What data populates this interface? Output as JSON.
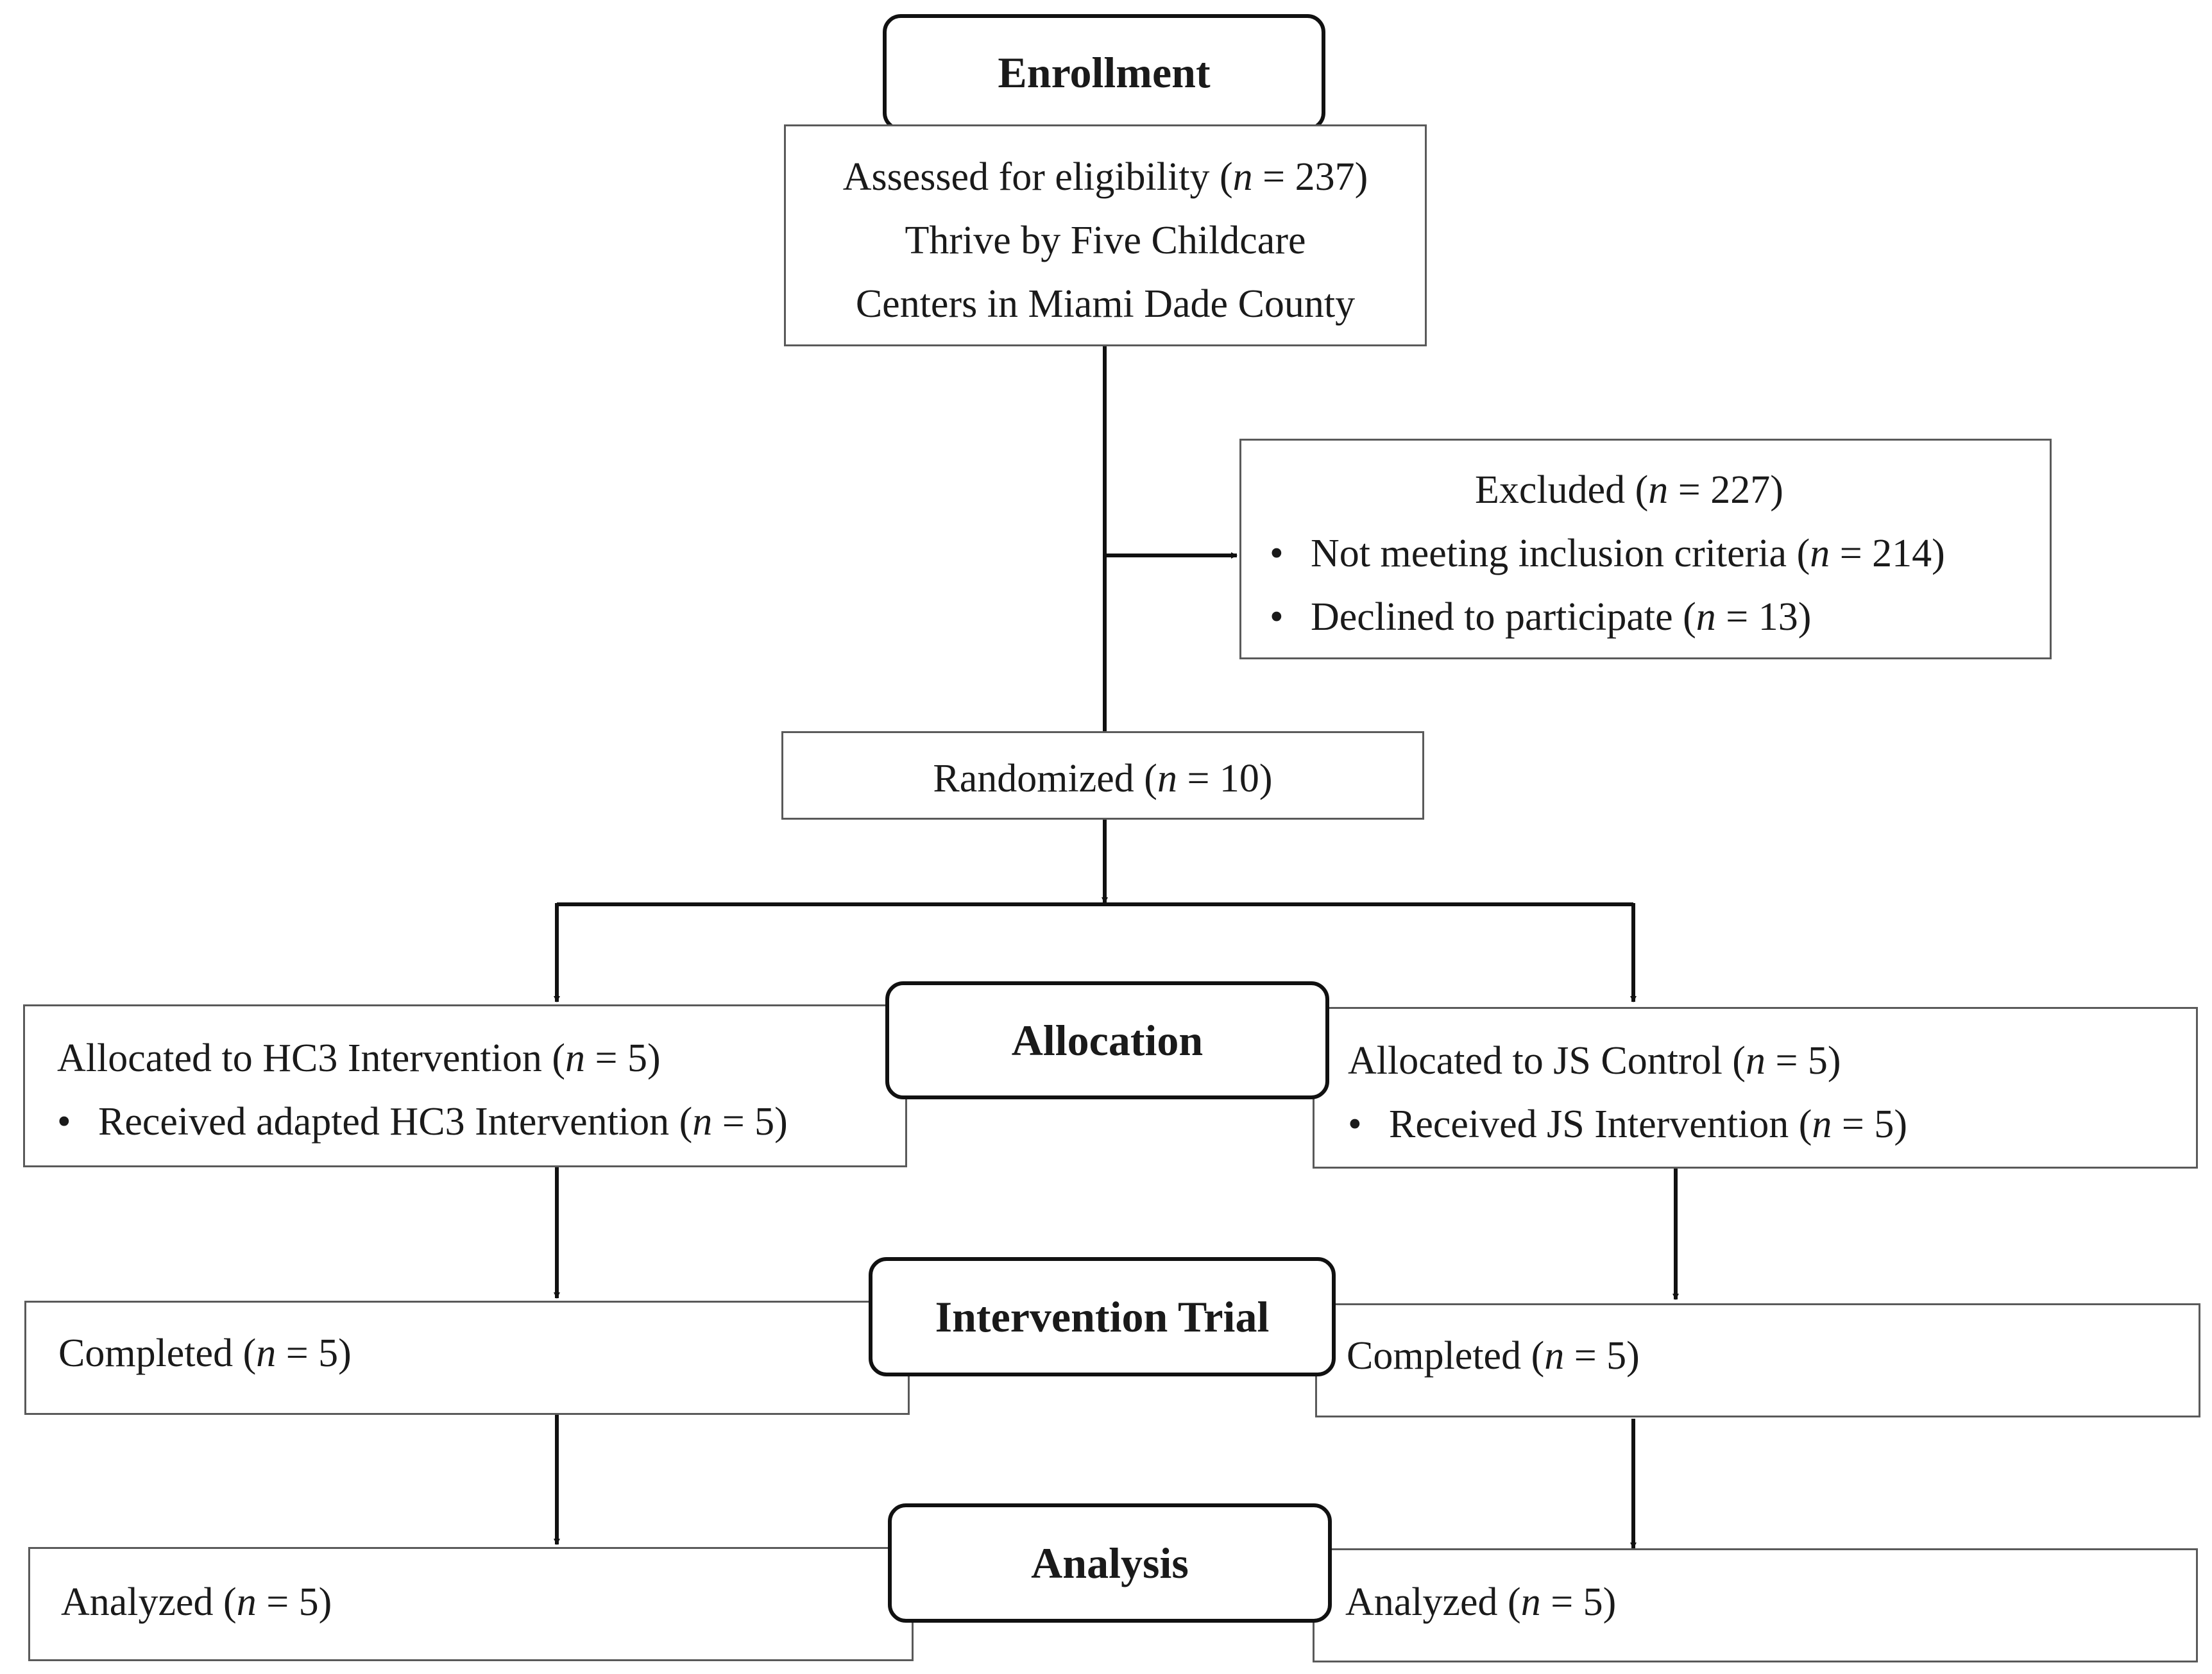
{
  "stages": {
    "enrollment": "Enrollment",
    "allocation": "Allocation",
    "intervention_trial": "Intervention Trial",
    "analysis": "Analysis"
  },
  "n_symbol": "n",
  "assessed": {
    "lead": "Assessed for eligibility (",
    "count": "= 237)",
    "line2": "Thrive by Five Childcare",
    "line3": "Centers in Miami Dade County"
  },
  "excluded": {
    "lead": "Excluded (",
    "count": "= 227)",
    "bullet": "•",
    "items": [
      {
        "lead": "Not meeting inclusion criteria (",
        "count": "= 214)"
      },
      {
        "lead": "Declined to participate (",
        "count": "= 13)"
      }
    ]
  },
  "randomized": {
    "lead": "Randomized (",
    "count": "= 10)"
  },
  "left": {
    "allocated": {
      "lead": "Allocated to HC3 Intervention (",
      "count": "= 5)"
    },
    "received": {
      "lead": "Received adapted HC3 Intervention (",
      "count": "= 5)"
    },
    "completed": {
      "lead": "Completed (",
      "count": "= 5)"
    },
    "analyzed": {
      "lead": "Analyzed (",
      "count": "= 5)"
    }
  },
  "right": {
    "allocated": {
      "lead": "Allocated to JS Control (",
      "count": "= 5)"
    },
    "received": {
      "lead": "Received JS Intervention (",
      "count": "= 5)"
    },
    "completed": {
      "lead": "Completed (",
      "count": "= 5)"
    },
    "analyzed": {
      "lead": "Analyzed (",
      "count": "= 5)"
    }
  }
}
